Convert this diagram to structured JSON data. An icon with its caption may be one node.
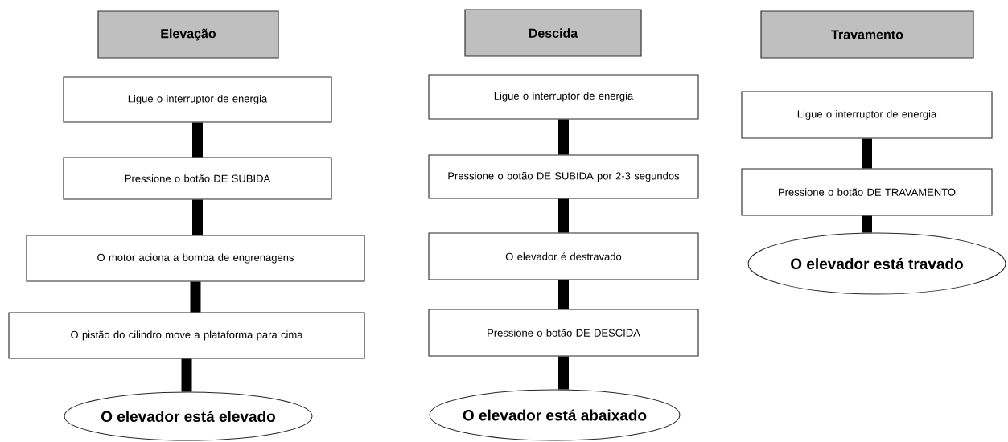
{
  "diagram": {
    "nodes": [
      {
        "text": [
          "Elevação"
        ]
      },
      {
        "text": [
          "Ligue o interruptor de energia"
        ]
      },
      {
        "text": [
          "Pressione o botão DE SUBIDA"
        ]
      },
      {
        "text": [
          "O motor aciona a bomba de engrenagens"
        ]
      },
      {
        "text": [
          "O pistão do cilindro move a plataforma para cima"
        ]
      },
      {
        "text": [
          "O elevador está elevado"
        ]
      },
      {
        "text": [
          "Descida"
        ]
      },
      {
        "text": [
          "Ligue o interruptor de energia"
        ]
      },
      {
        "text": [
          "Pressione o botão DE SUBIDA por 2-3 segundos"
        ]
      },
      {
        "text": [
          "O elevador é destravado"
        ]
      },
      {
        "text": [
          "Pressione o botão DE DESCIDA"
        ]
      },
      {
        "text": [
          "O elevador está abaixado"
        ]
      },
      {
        "text": [
          "Travamento"
        ]
      },
      {
        "text": [
          "Ligue o interruptor de energia"
        ]
      },
      {
        "text": [
          "Pressione o botão DE TRAVAMENTO"
        ]
      },
      {
        "text": [
          "O elevador está travado"
        ]
      }
    ],
    "edges": [
      {
        "from": 1,
        "to": 2,
        "arrow": "none"
      },
      {
        "from": 2,
        "to": 3,
        "arrow": "none"
      },
      {
        "from": 3,
        "to": 4,
        "arrow": "none"
      },
      {
        "from": 4,
        "to": 5,
        "arrow": "none"
      },
      {
        "from": 7,
        "to": 8,
        "arrow": "none"
      },
      {
        "from": 8,
        "to": 9,
        "arrow": "none"
      },
      {
        "from": 9,
        "to": 10,
        "arrow": "none"
      },
      {
        "from": 10,
        "to": 11,
        "arrow": "none"
      },
      {
        "from": 13,
        "to": 14,
        "arrow": "none"
      },
      {
        "from": 14,
        "to": 15,
        "arrow": "none"
      }
    ]
  }
}
